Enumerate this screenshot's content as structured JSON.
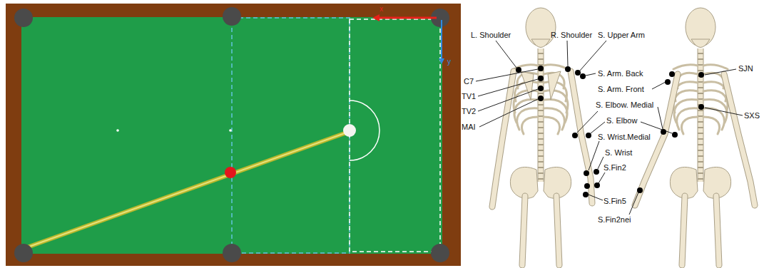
{
  "diagram": {
    "labels": [
      "x",
      "y",
      "L. Shoulder",
      "R. Shoulder",
      "S. Upper Arm",
      "C7",
      "TV1",
      "TV2",
      "MAI",
      "S. Arm. Back",
      "S. Arm. Front",
      "S. Elbow. Medial",
      "S. Elbow",
      "S. Wrist.Medial",
      "S. Wrist",
      "S.Fin2",
      "S.Fin5",
      "S.Fin2nei",
      "SJN",
      "SXS"
    ]
  }
}
